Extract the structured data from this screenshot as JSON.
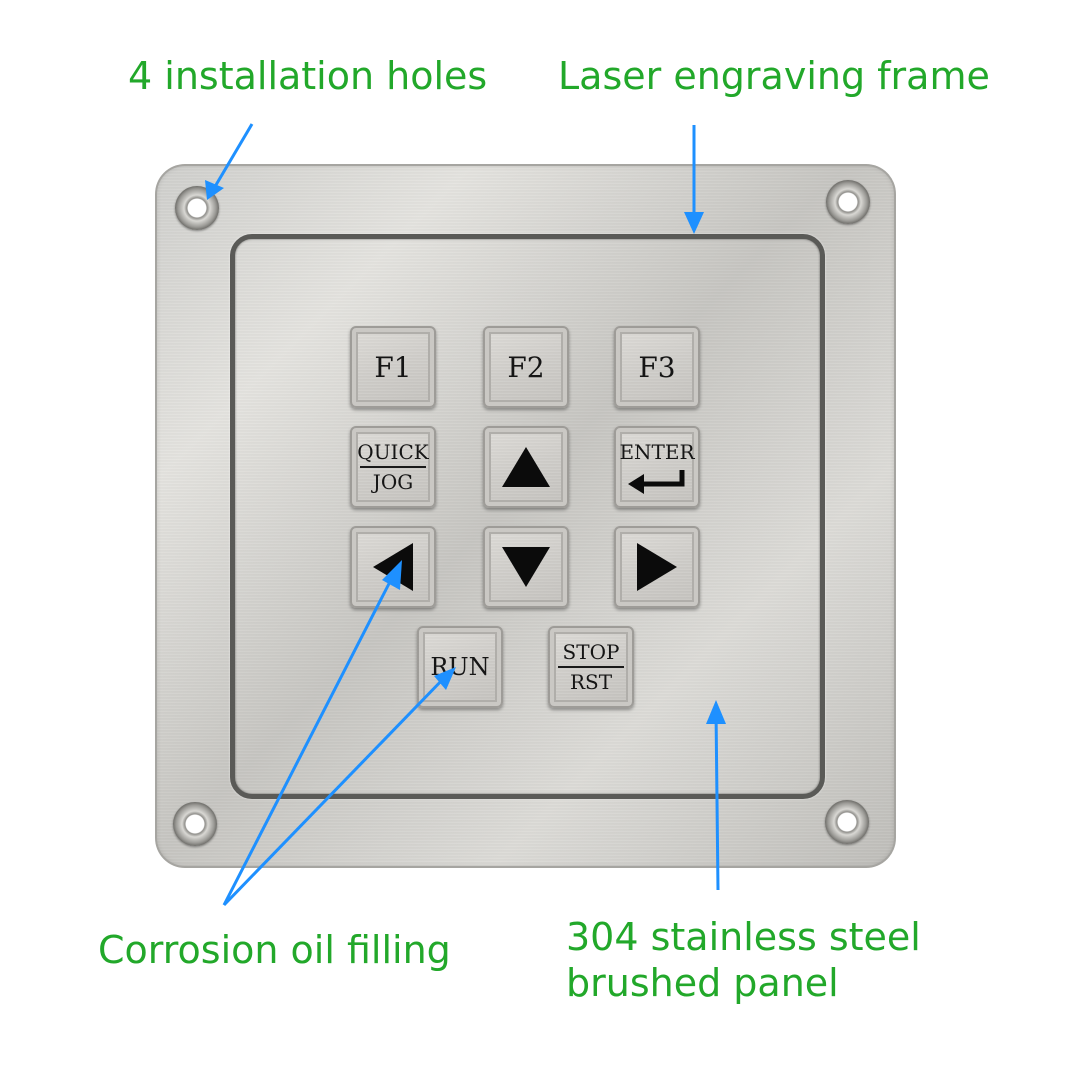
{
  "annotations": {
    "holes": "4 installation holes",
    "frame": "Laser engraving frame",
    "oil": "Corrosion oil filling",
    "steel_line1": "304 stainless steel",
    "steel_line2": "brushed panel"
  },
  "keys": {
    "f1": "F1",
    "f2": "F2",
    "f3": "F3",
    "quick_top": "QUICK",
    "quick_bottom": "JOG",
    "enter": "ENTER",
    "run": "RUN",
    "stop_top": "STOP",
    "stop_bottom": "RST"
  },
  "colors": {
    "annotation_text": "#22a82a",
    "arrow": "#1e90ff"
  },
  "icons": [
    "up-arrow-icon",
    "down-arrow-icon",
    "left-arrow-icon",
    "right-arrow-icon",
    "enter-return-icon"
  ]
}
